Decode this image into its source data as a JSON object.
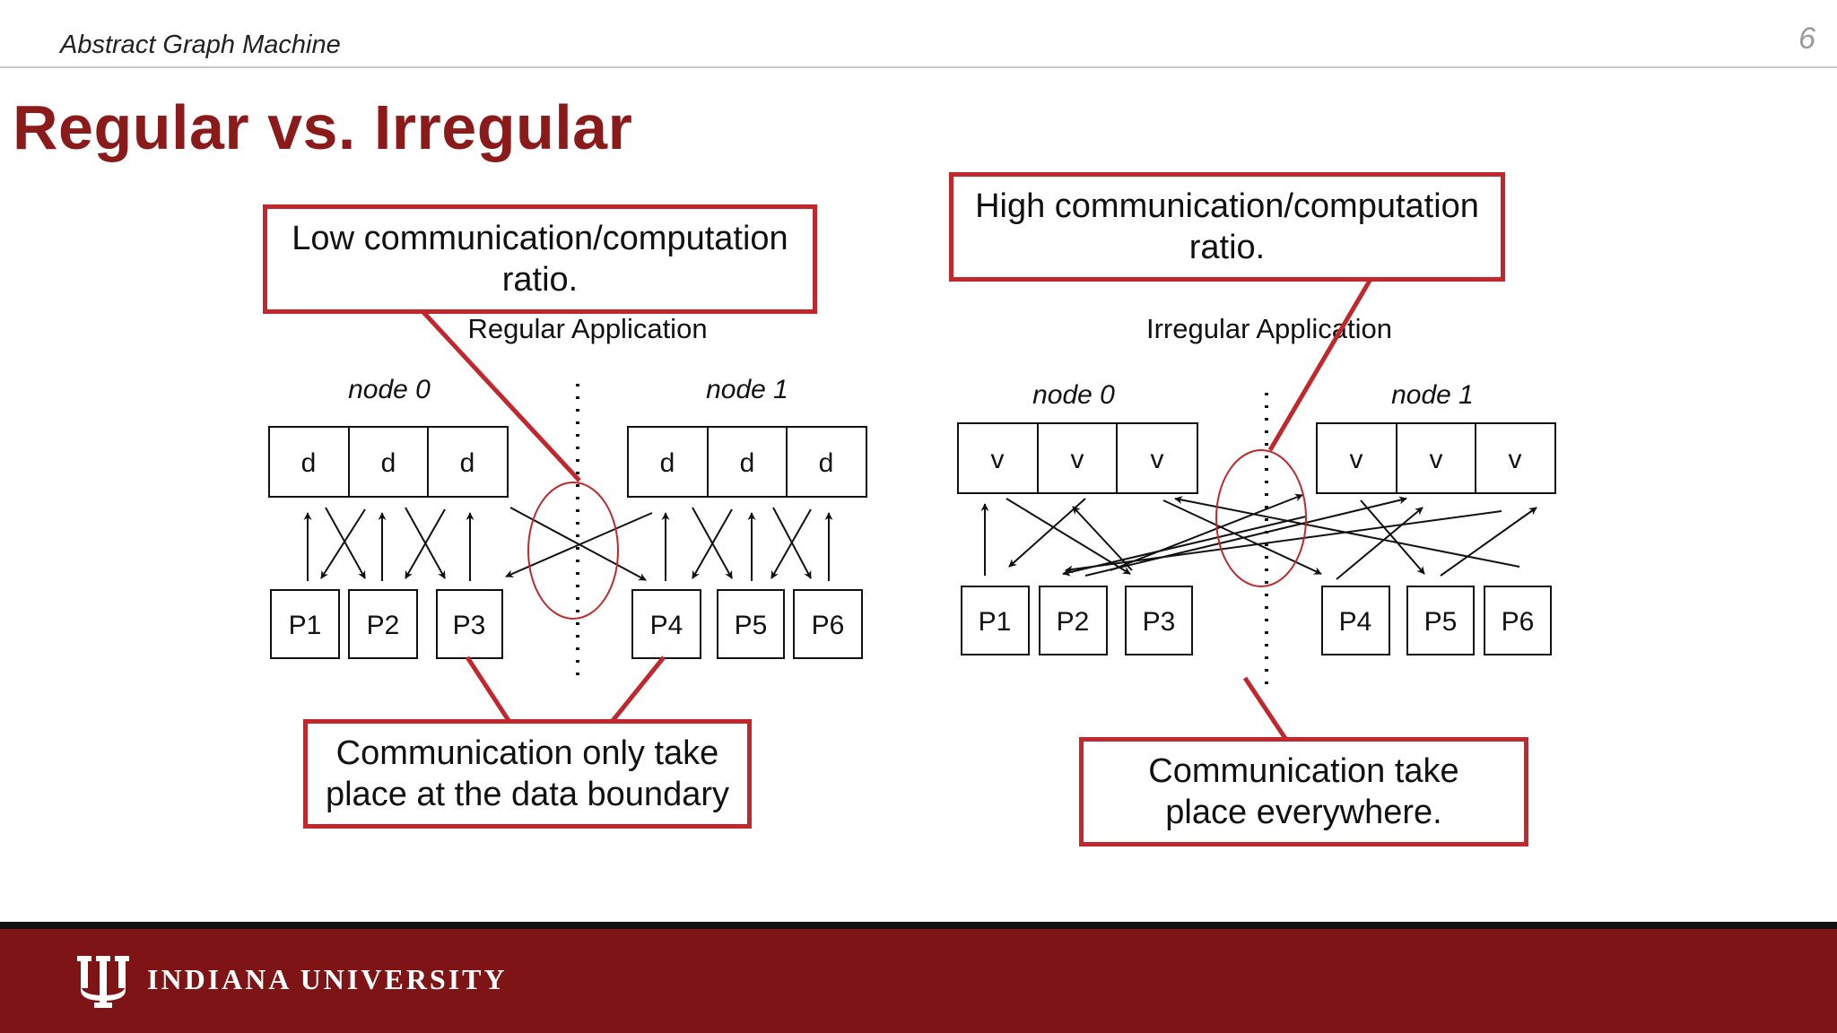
{
  "header": {
    "title": "Abstract Graph Machine",
    "page_number": "6"
  },
  "slide": {
    "title": "Regular vs. Irregular"
  },
  "regular": {
    "app_label": "Regular Application",
    "node0_label": "node 0",
    "node1_label": "node 1",
    "data_cells": [
      "d",
      "d",
      "d",
      "d",
      "d",
      "d"
    ],
    "processors": [
      "P1",
      "P2",
      "P3",
      "P4",
      "P5",
      "P6"
    ]
  },
  "irregular": {
    "app_label": "Irregular Application",
    "node0_label": "node 0",
    "node1_label": "node 1",
    "data_cells": [
      "v",
      "v",
      "v",
      "v",
      "v",
      "v"
    ],
    "processors": [
      "P1",
      "P2",
      "P3",
      "P4",
      "P5",
      "P6"
    ]
  },
  "callouts": {
    "low_ratio": "Low communication/computation ratio.",
    "high_ratio": "High communication/computation ratio.",
    "boundary": "Communication only take place at the data boundary",
    "everywhere": "Communication take place everywhere."
  },
  "footer": {
    "university": "INDIANA UNIVERSITY",
    "logo_icon": "iu-trident-icon"
  },
  "colors": {
    "brand_crimson": "#7e1416",
    "title_crimson": "#8b1a1a",
    "callout_border": "#c0282d"
  }
}
